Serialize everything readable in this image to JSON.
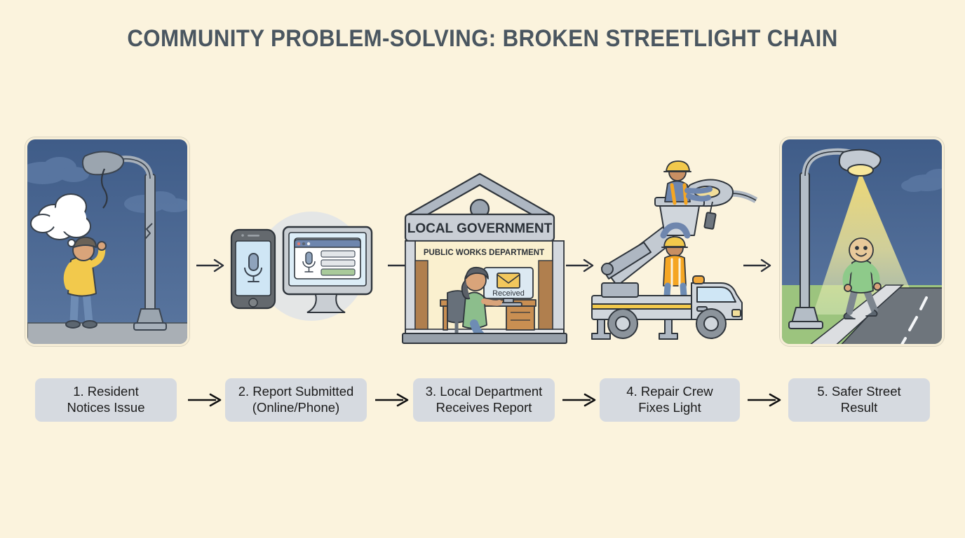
{
  "title": "COMMUNITY PROBLEM-SOLVING: BROKEN STREETLIGHT CHAIN",
  "theme": {
    "background": "#FBF3DD",
    "title_color": "#4A5660",
    "caption_bg": "#D6DAE0",
    "caption_text": "#1B1B1B",
    "arrow_color": "#1B1B1B",
    "night_sky": "#4A6690",
    "safety_vest": "#F5A623",
    "hard_hat": "#F2C94C",
    "light_cone": "#F6E27A"
  },
  "steps": [
    {
      "number": "1",
      "caption": "1. Resident\nNotices Issue",
      "panel_name": "resident-notices-issue",
      "scene": "A resident standing at night under a broken streetlight with a dangling wire, hand raised to head, empty thought bubble overhead."
    },
    {
      "number": "2",
      "caption": "2. Report Submitted\n(Online/Phone)",
      "panel_name": "report-submitted",
      "scene": "A smartphone showing a microphone icon beside a desktop monitor displaying an online report form with a microphone and input fields."
    },
    {
      "number": "3",
      "caption": "3. Local Department\nReceives Report",
      "panel_name": "department-receives-report",
      "scene": "A clerk seated at a desk inside the Local Government Public Works Department building, monitor showing a received email."
    },
    {
      "number": "4",
      "caption": "4. Repair Crew\nFixes Light",
      "panel_name": "repair-crew-fixes-light",
      "scene": "A bucket truck with boom lift; two workers in hard hats and orange safety vests repairing the streetlight head."
    },
    {
      "number": "5",
      "caption": "5. Safer Street\nResult",
      "panel_name": "safer-street-result",
      "scene": "A working streetlight casting a bright cone of light on a sidewalk where a smiling pedestrian walks safely at night."
    }
  ],
  "building": {
    "main_sign": "LOCAL GOVERNMENT",
    "sub_sign": "PUBLIC WORKS DEPARTMENT"
  },
  "screen": {
    "received_label": "Received"
  },
  "arrows": {
    "illustration_count": 4,
    "caption_count": 4,
    "glyph": "arrow-right"
  }
}
